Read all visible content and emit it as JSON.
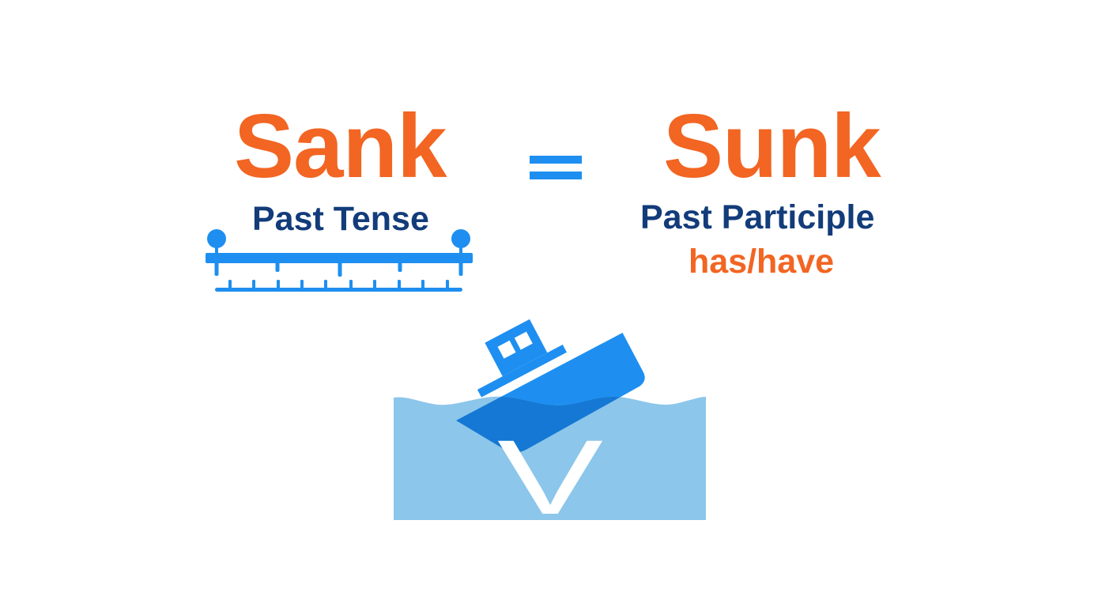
{
  "left": {
    "word": "Sank",
    "label": "Past Tense",
    "graphic": "timeline-icon"
  },
  "operator": {
    "symbol": "=",
    "icon": "equals-icon"
  },
  "right": {
    "word": "Sunk",
    "label": "Past Participle",
    "auxiliary": "has/have"
  },
  "illustration": {
    "icon": "sinking-boat-icon",
    "letter": "V"
  },
  "colors": {
    "orange": "#F26522",
    "navy": "#123C7A",
    "blue": "#1E8FF0",
    "water": "#8CC6EA",
    "hull_dark": "#1478D4"
  }
}
